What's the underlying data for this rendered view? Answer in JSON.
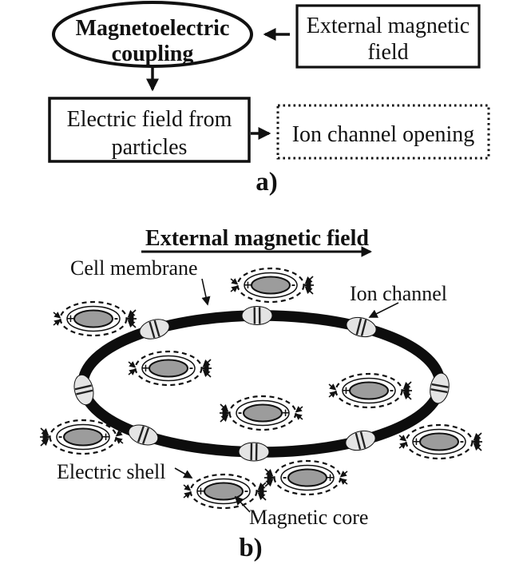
{
  "panel_a": {
    "label": "a)",
    "coupling_node": {
      "line1": "Magnetoelectric",
      "line2": "coupling"
    },
    "external_field_node": {
      "line1": "External  magnetic",
      "line2": "field"
    },
    "electric_field_node": {
      "line1": "Electric field from",
      "line2": "particles"
    },
    "ion_opening_node": {
      "label": "Ion channel  opening"
    }
  },
  "panel_b": {
    "label": "b)",
    "field_title": "External magnetic field",
    "cell_membrane_label": "Cell membrane",
    "ion_channel_label": "Ion channel",
    "electric_shell_label": "Electric shell",
    "magnetic_core_label": "Magnetic core",
    "particle": {
      "plus_sign": "+",
      "minus_sign": "-"
    },
    "particle_count": 9,
    "ion_channel_count": 8,
    "colors": {
      "ink": "#111111",
      "membrane_black": "#0d0d0d",
      "core_gray": "#9c9c9c",
      "channel_gray": "#e4e4e4",
      "background": "#ffffff"
    }
  }
}
